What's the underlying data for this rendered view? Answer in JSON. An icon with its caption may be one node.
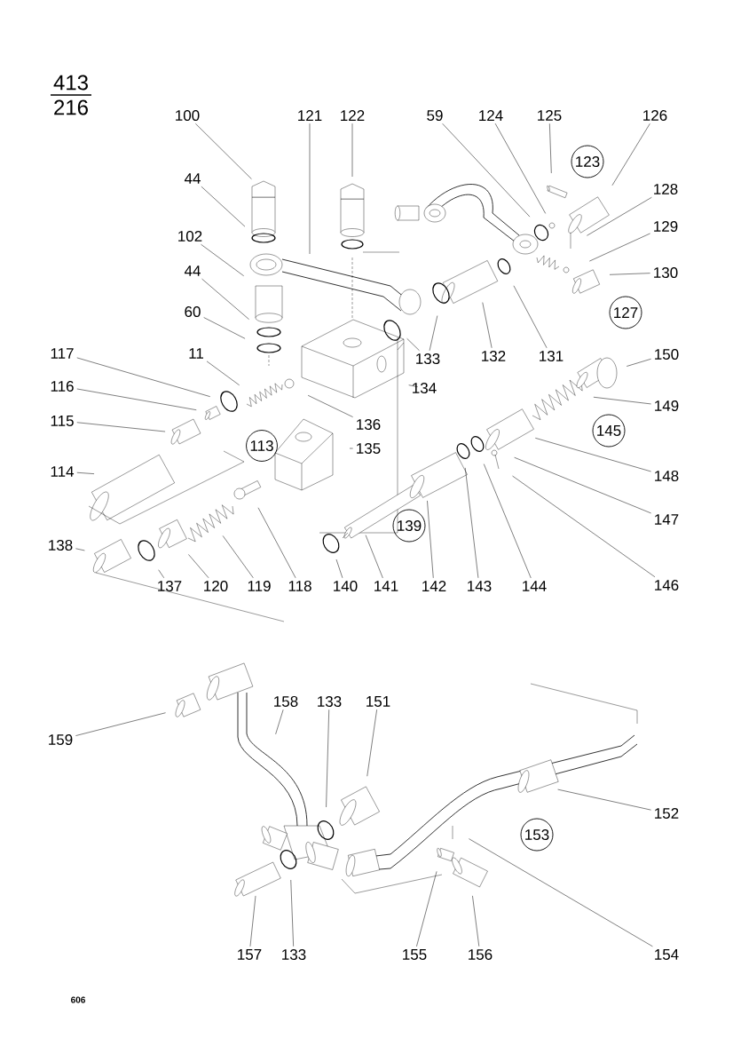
{
  "diagram": {
    "nodes": [
      {
        "text": [
          "100"
        ]
      },
      {
        "text": [
          "44"
        ]
      },
      {
        "text": [
          "102"
        ]
      },
      {
        "text": [
          "44"
        ]
      },
      {
        "text": [
          "60"
        ]
      },
      {
        "text": [
          "121"
        ]
      },
      {
        "text": [
          "122"
        ]
      },
      {
        "text": [
          "59"
        ]
      },
      {
        "text": [
          "124"
        ]
      },
      {
        "text": [
          "125"
        ]
      },
      {
        "text": [
          "123"
        ]
      },
      {
        "text": [
          "126"
        ]
      },
      {
        "text": [
          "128"
        ]
      },
      {
        "text": [
          "129"
        ]
      },
      {
        "text": [
          "130"
        ]
      },
      {
        "text": [
          "127"
        ]
      },
      {
        "text": [
          "133"
        ]
      },
      {
        "text": [
          "132"
        ]
      },
      {
        "text": [
          "131"
        ]
      },
      {
        "text": [
          "134"
        ]
      },
      {
        "text": [
          "150"
        ]
      },
      {
        "text": [
          "149"
        ]
      },
      {
        "text": [
          "145"
        ]
      },
      {
        "text": [
          "148"
        ]
      },
      {
        "text": [
          "147"
        ]
      },
      {
        "text": [
          "146"
        ]
      },
      {
        "text": [
          "117"
        ]
      },
      {
        "text": [
          "116"
        ]
      },
      {
        "text": [
          "115"
        ]
      },
      {
        "text": [
          "114"
        ]
      },
      {
        "text": [
          "11"
        ]
      },
      {
        "text": [
          "136"
        ]
      },
      {
        "text": [
          "113"
        ]
      },
      {
        "text": [
          "135"
        ]
      },
      {
        "text": [
          "139"
        ]
      },
      {
        "text": [
          "138"
        ]
      },
      {
        "text": [
          "137"
        ]
      },
      {
        "text": [
          "120"
        ]
      },
      {
        "text": [
          "119"
        ]
      },
      {
        "text": [
          "118"
        ]
      },
      {
        "text": [
          "140"
        ]
      },
      {
        "text": [
          "141"
        ]
      },
      {
        "text": [
          "142"
        ]
      },
      {
        "text": [
          "143"
        ]
      },
      {
        "text": [
          "144"
        ]
      },
      {
        "text": [
          "159"
        ]
      },
      {
        "text": [
          "158"
        ]
      },
      {
        "text": [
          "133"
        ]
      },
      {
        "text": [
          "151"
        ]
      },
      {
        "text": [
          "152"
        ]
      },
      {
        "text": [
          "153"
        ]
      },
      {
        "text": [
          "154"
        ]
      },
      {
        "text": [
          "155"
        ]
      },
      {
        "text": [
          "156"
        ]
      },
      {
        "text": [
          "157"
        ]
      },
      {
        "text": [
          "133"
        ]
      }
    ],
    "edges": [
      {
        "from": 0,
        "to": null,
        "arrow": "none"
      },
      {
        "from": 1,
        "to": null,
        "arrow": "none"
      },
      {
        "from": 2,
        "to": null,
        "arrow": "none"
      },
      {
        "from": 3,
        "to": null,
        "arrow": "none"
      },
      {
        "from": 4,
        "to": null,
        "arrow": "none"
      },
      {
        "from": 5,
        "to": null,
        "arrow": "none"
      },
      {
        "from": 6,
        "to": null,
        "arrow": "none"
      },
      {
        "from": 7,
        "to": null,
        "arrow": "none"
      },
      {
        "from": 8,
        "to": null,
        "arrow": "none"
      },
      {
        "from": 9,
        "to": null,
        "arrow": "none"
      },
      {
        "from": 11,
        "to": null,
        "arrow": "none"
      },
      {
        "from": 12,
        "to": null,
        "arrow": "none"
      },
      {
        "from": 13,
        "to": null,
        "arrow": "none"
      },
      {
        "from": 14,
        "to": null,
        "arrow": "none"
      },
      {
        "from": 16,
        "to": null,
        "arrow": "none"
      },
      {
        "from": 16,
        "to": null,
        "arrow": "none"
      },
      {
        "from": 17,
        "to": null,
        "arrow": "none"
      },
      {
        "from": 18,
        "to": null,
        "arrow": "none"
      },
      {
        "from": 19,
        "to": null,
        "arrow": "none"
      },
      {
        "from": 20,
        "to": null,
        "arrow": "none"
      },
      {
        "from": 21,
        "to": null,
        "arrow": "none"
      },
      {
        "from": 23,
        "to": null,
        "arrow": "none"
      },
      {
        "from": 24,
        "to": null,
        "arrow": "none"
      },
      {
        "from": 25,
        "to": null,
        "arrow": "none"
      },
      {
        "from": 26,
        "to": null,
        "arrow": "none"
      },
      {
        "from": 27,
        "to": null,
        "arrow": "none"
      },
      {
        "from": 28,
        "to": null,
        "arrow": "none"
      },
      {
        "from": 29,
        "to": null,
        "arrow": "none"
      },
      {
        "from": 30,
        "to": null,
        "arrow": "none"
      },
      {
        "from": 31,
        "to": null,
        "arrow": "none"
      },
      {
        "from": 33,
        "to": null,
        "arrow": "none"
      },
      {
        "from": 35,
        "to": null,
        "arrow": "none"
      },
      {
        "from": 36,
        "to": null,
        "arrow": "none"
      },
      {
        "from": 37,
        "to": null,
        "arrow": "none"
      },
      {
        "from": 38,
        "to": null,
        "arrow": "none"
      },
      {
        "from": 39,
        "to": null,
        "arrow": "none"
      },
      {
        "from": 40,
        "to": null,
        "arrow": "none"
      },
      {
        "from": 41,
        "to": null,
        "arrow": "none"
      },
      {
        "from": 42,
        "to": null,
        "arrow": "none"
      },
      {
        "from": 43,
        "to": null,
        "arrow": "none"
      },
      {
        "from": 44,
        "to": null,
        "arrow": "none"
      },
      {
        "from": 45,
        "to": null,
        "arrow": "none"
      },
      {
        "from": 46,
        "to": null,
        "arrow": "none"
      },
      {
        "from": 47,
        "to": null,
        "arrow": "none"
      },
      {
        "from": 48,
        "to": null,
        "arrow": "none"
      },
      {
        "from": 49,
        "to": null,
        "arrow": "none"
      },
      {
        "from": 51,
        "to": null,
        "arrow": "none"
      },
      {
        "from": 52,
        "to": null,
        "arrow": "none"
      },
      {
        "from": 53,
        "to": null,
        "arrow": "none"
      },
      {
        "from": 54,
        "to": null,
        "arrow": "none"
      },
      {
        "from": 55,
        "to": null,
        "arrow": "none"
      }
    ],
    "labels": [
      "413",
      "216",
      "606"
    ]
  }
}
